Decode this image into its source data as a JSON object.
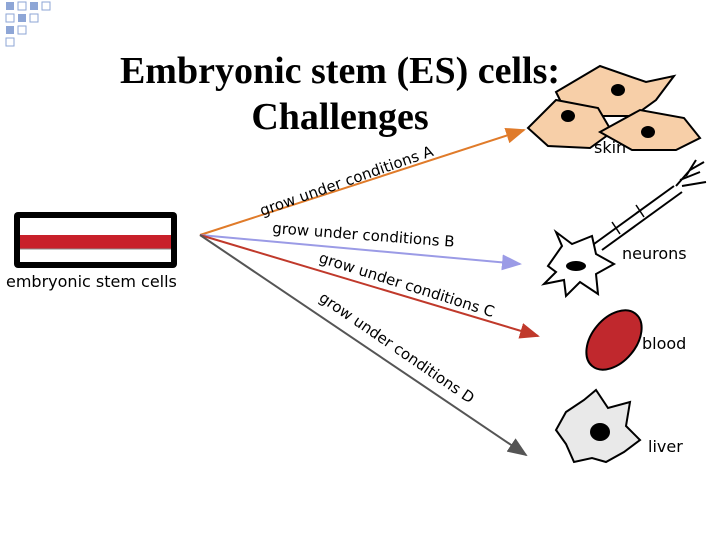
{
  "title": {
    "line1": "Embryonic stem (ES) cells:",
    "line2": "Challenges"
  },
  "source_label": "embryonic stem cells",
  "conditions": {
    "a": "grow under conditions A",
    "b": "grow under conditions B",
    "c": "grow under conditions C",
    "d": "grow under conditions D"
  },
  "targets": {
    "skin": "skin",
    "neurons": "neurons",
    "blood": "blood",
    "liver": "liver"
  },
  "colors": {
    "arrow_a": "#e07b2a",
    "arrow_b": "#9b9be6",
    "arrow_c": "#c0392b",
    "arrow_d": "#555555",
    "skin_cell": "#f7cfa8",
    "blood_cell": "#c0282d",
    "dish_red": "#c8202a",
    "corner_squares": "#8ea6d6"
  }
}
